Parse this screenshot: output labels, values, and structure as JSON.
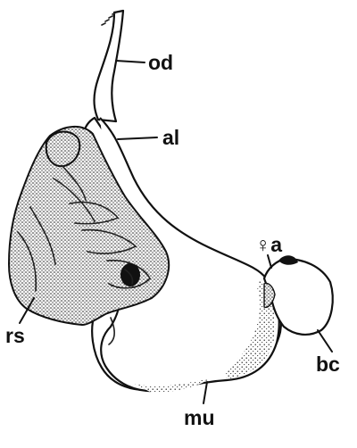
{
  "figure": {
    "colors": {
      "ink": "#111111",
      "paper": "#ffffff"
    },
    "labels": {
      "od": "od",
      "al": "al",
      "fa": "♀a",
      "rs": "rs",
      "bc": "bc",
      "mu": "mu"
    }
  }
}
